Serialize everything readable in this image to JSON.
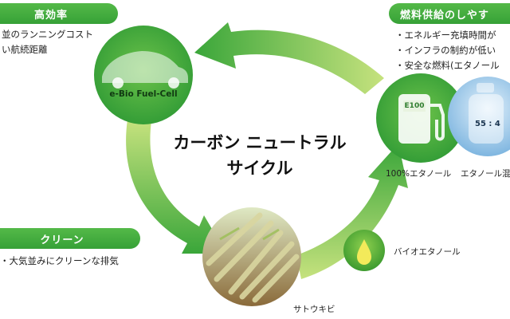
{
  "panels": {
    "efficiency": {
      "heading": "高効率",
      "bullets": [
        "並のランニングコスト",
        "い航続距離"
      ]
    },
    "fuel_supply": {
      "heading": "燃料供給のしやす",
      "bullets": [
        "・エネルギー充填時間が",
        "・インフラの制約が低い",
        "・安全な燃料(エタノール"
      ]
    },
    "clean": {
      "heading": "クリーン",
      "bullets": [
        "・大気並みにクリーンな排気"
      ]
    }
  },
  "center_title": {
    "line1": "カーボン ニュートラル",
    "line2": "サイクル"
  },
  "car_label": "e-Bio Fuel-Cell",
  "station": {
    "pump_label": "E100",
    "caption": "100%エタノール"
  },
  "bottle": {
    "label": "55 : 4",
    "caption": "エタノール混"
  },
  "bioethanol_caption": "バイオエタノール",
  "sugarcane_caption": "サトウキビ",
  "colors": {
    "green_dark": "#3aa63a",
    "green_light": "#a6d65a",
    "water_blue": "#8fc3ea"
  }
}
